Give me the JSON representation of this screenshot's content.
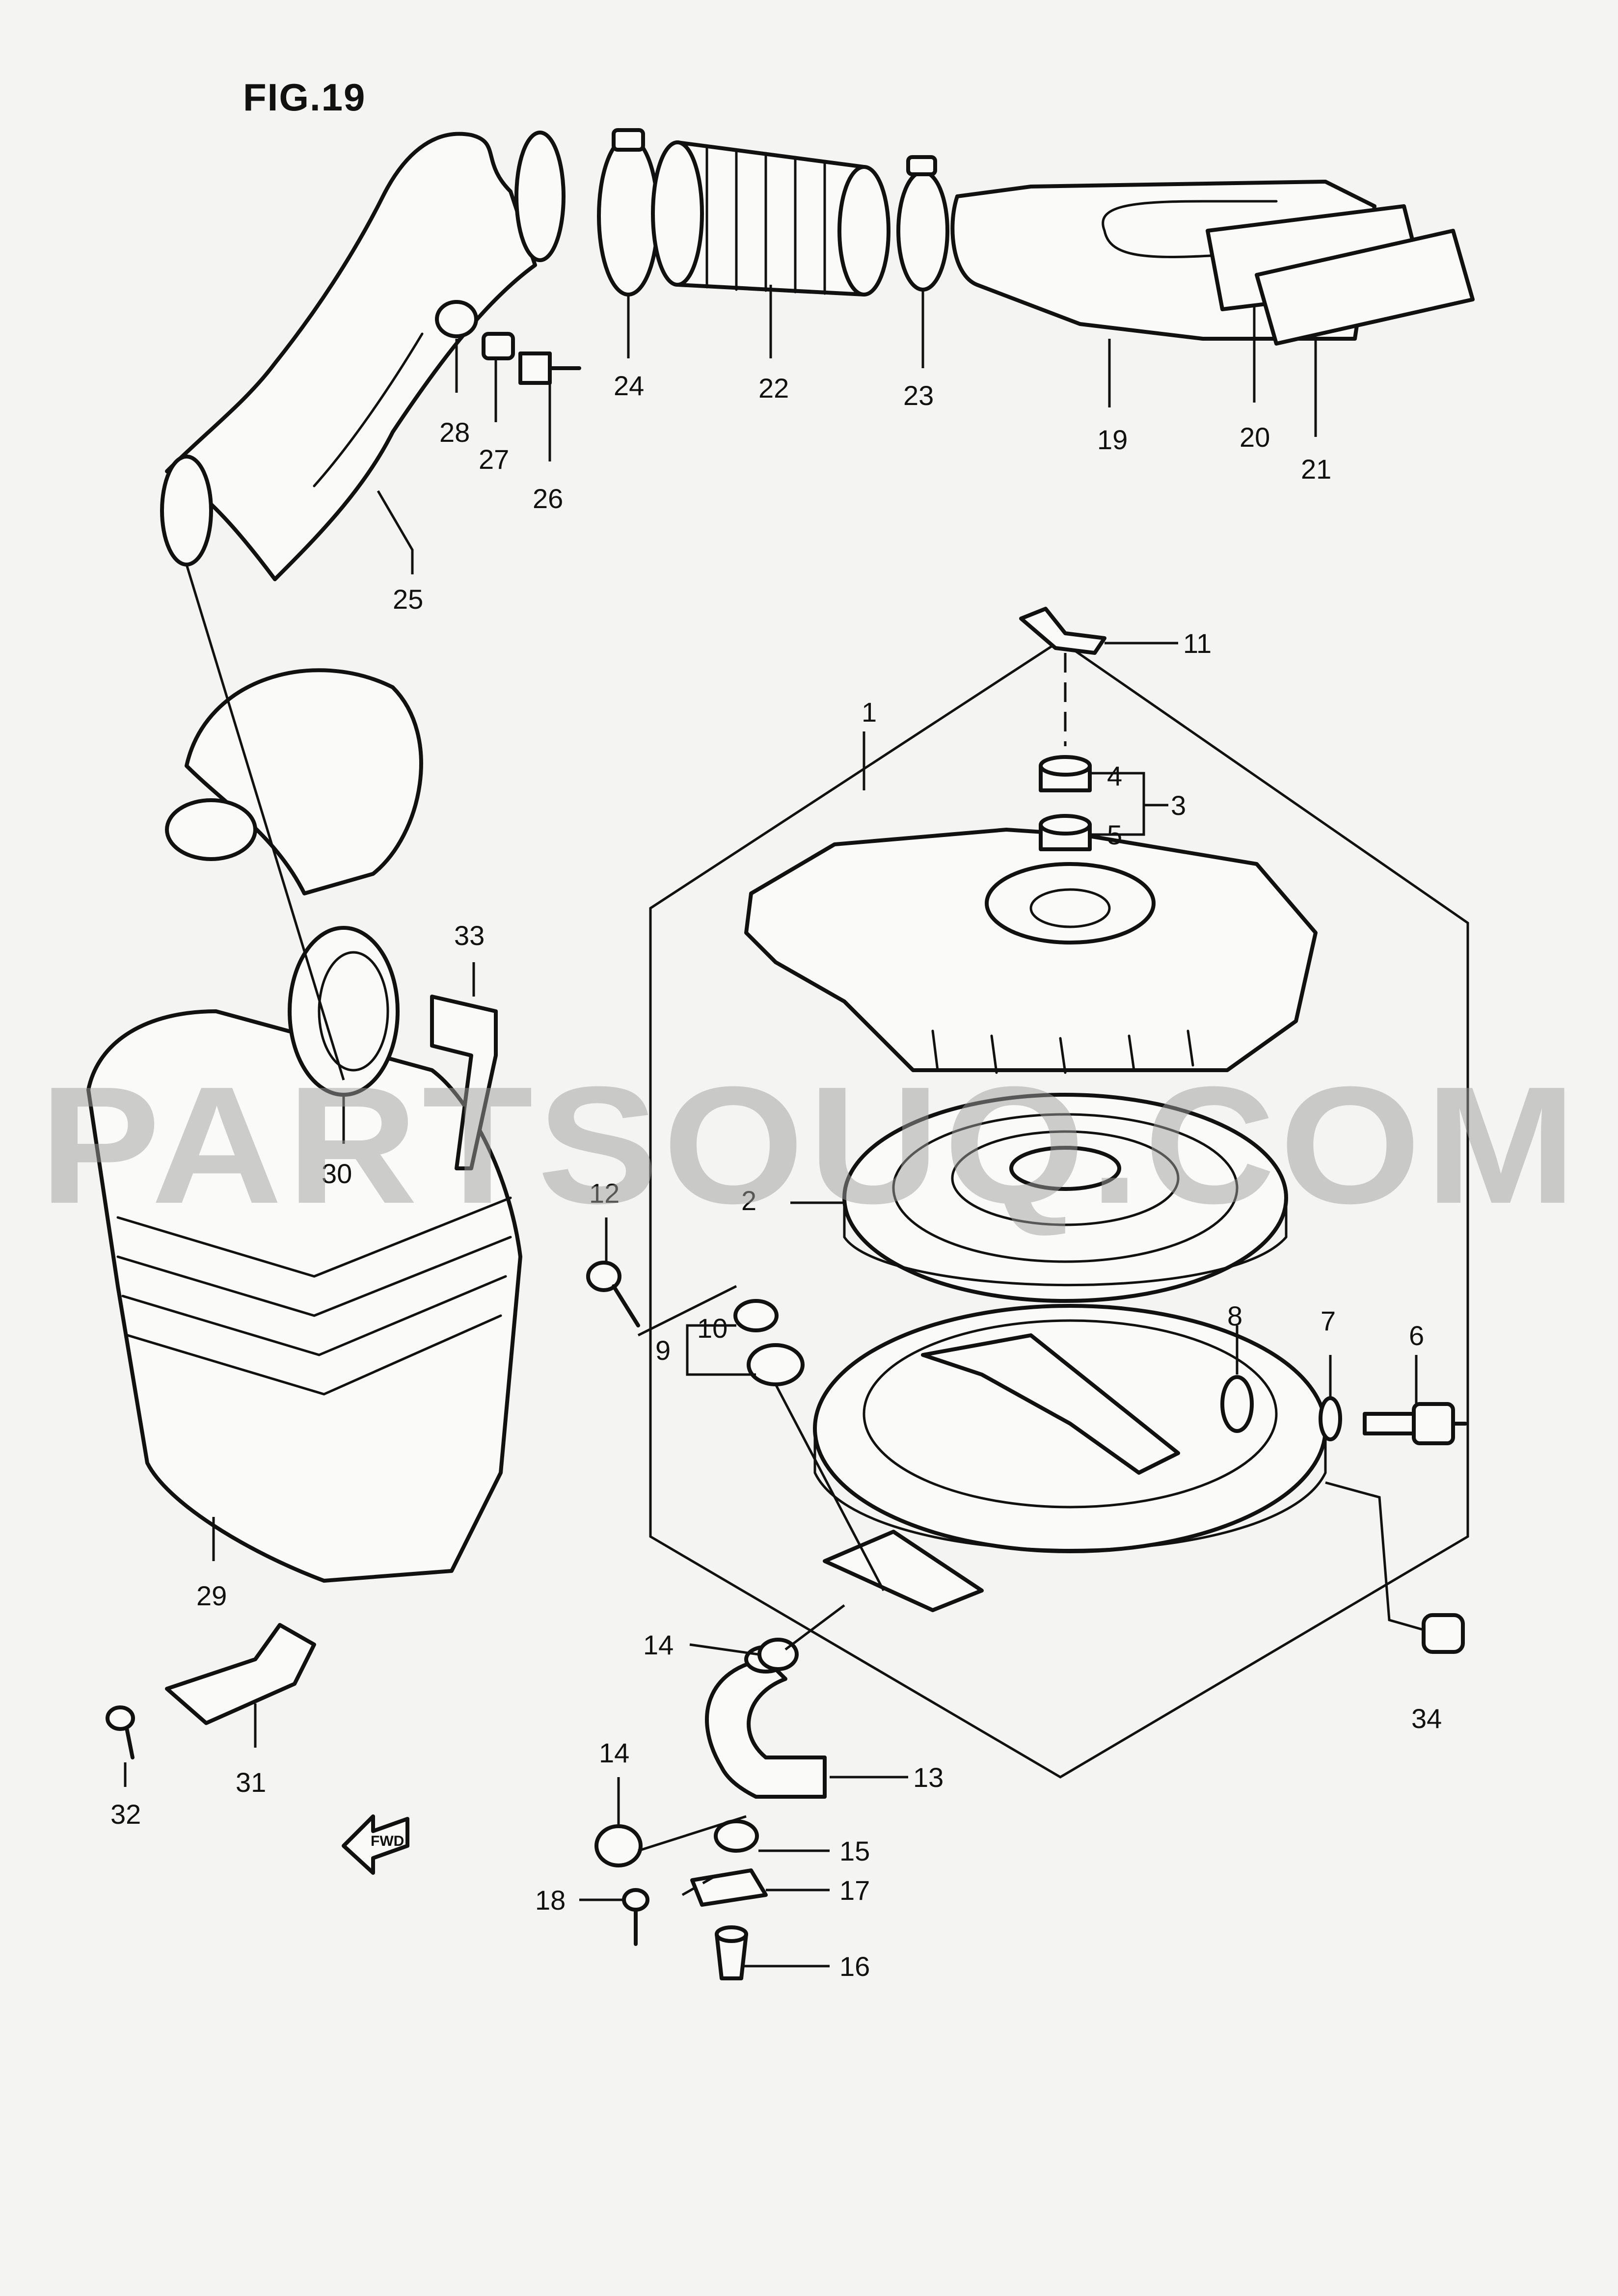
{
  "figure": {
    "title": "FIG.19",
    "watermark": "PARTSOUQ.COM",
    "fwd_label": "FWD"
  },
  "callouts": [
    "1",
    "2",
    "3",
    "4",
    "5",
    "6",
    "7",
    "8",
    "9",
    "10",
    "11",
    "12",
    "13",
    "14",
    "14",
    "15",
    "16",
    "17",
    "18",
    "19",
    "20",
    "21",
    "22",
    "23",
    "24",
    "25",
    "26",
    "27",
    "28",
    "29",
    "30",
    "31",
    "32",
    "33",
    "34"
  ],
  "colors": {
    "line": "#111111",
    "paper": "#f4f4f2",
    "watermark": "#9e9e9e"
  },
  "icons": {
    "fwd": "fwd-arrow-icon"
  }
}
